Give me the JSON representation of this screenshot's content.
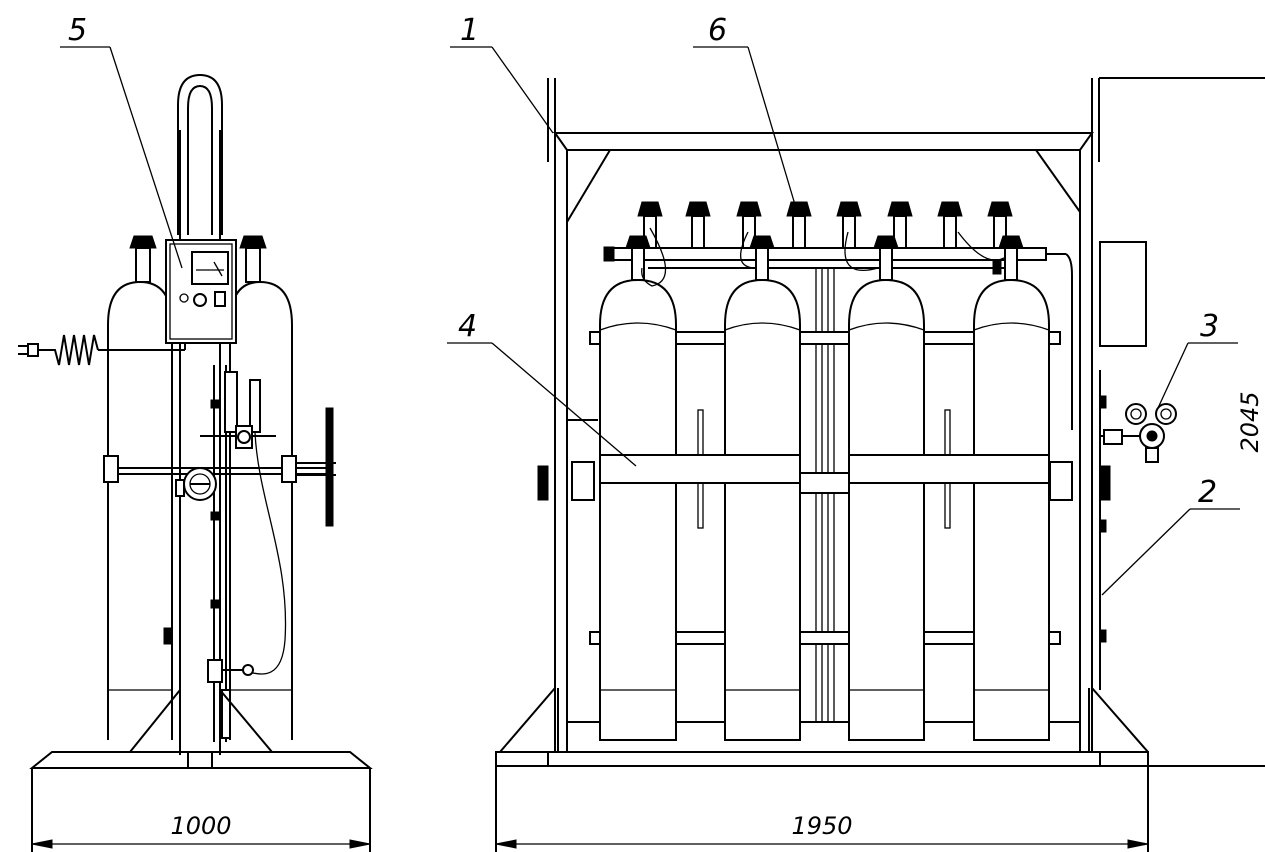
{
  "callouts": [
    {
      "id": "1",
      "label": "1"
    },
    {
      "id": "2",
      "label": "2"
    },
    {
      "id": "3",
      "label": "3"
    },
    {
      "id": "4",
      "label": "4"
    },
    {
      "id": "5",
      "label": "5"
    },
    {
      "id": "6",
      "label": "6"
    }
  ],
  "dimensions": {
    "side_width": "1000",
    "front_width": "1950",
    "height": "2045"
  }
}
